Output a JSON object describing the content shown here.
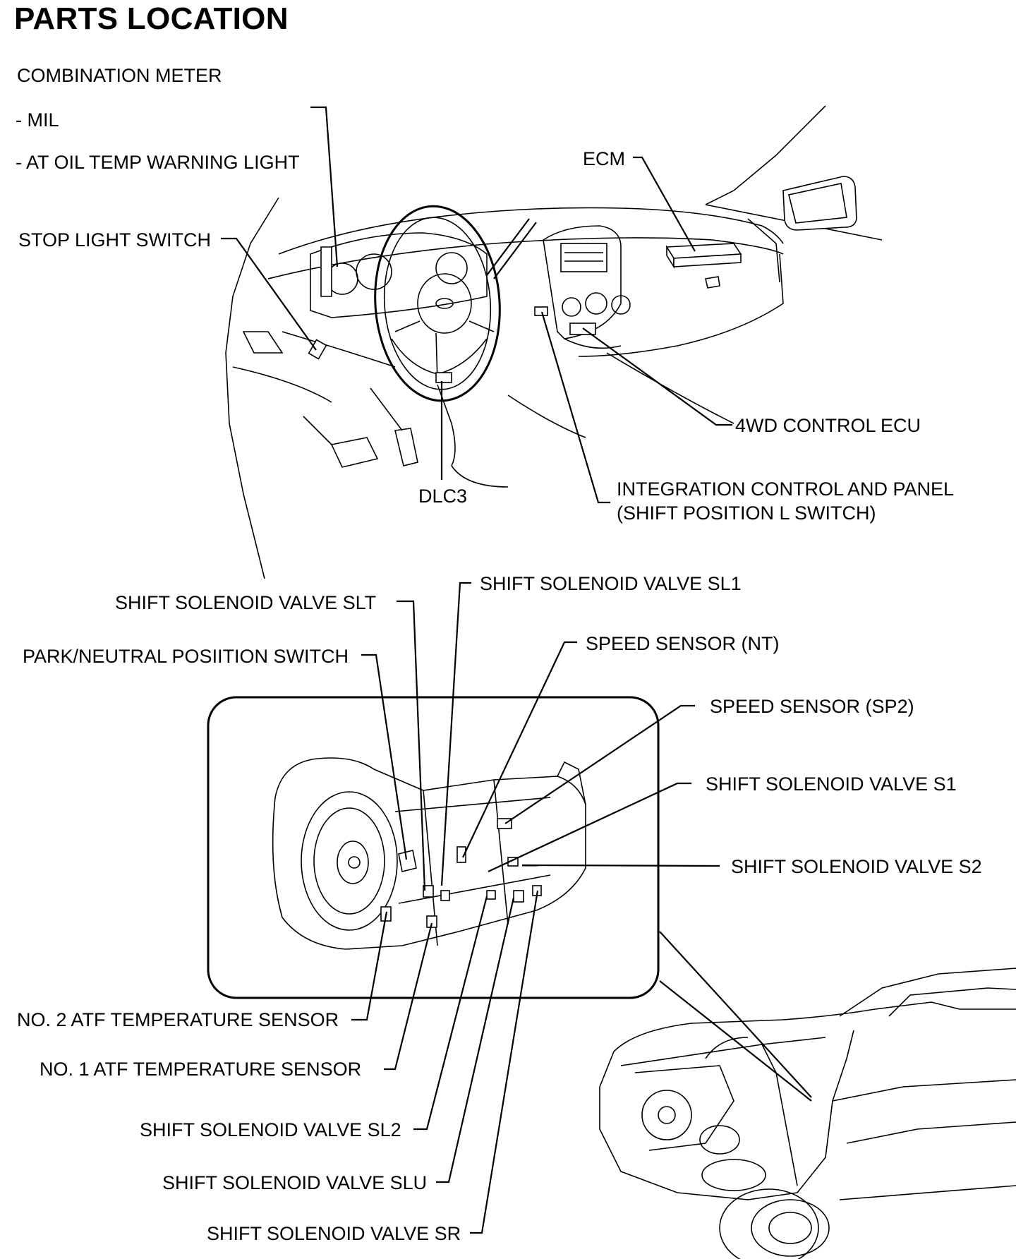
{
  "title": "PARTS LOCATION",
  "labels": {
    "combination_meter": "COMBINATION METER",
    "mil": "-  MIL",
    "at_oil_temp": "-  AT OIL TEMP WARNING LIGHT",
    "ecm": "ECM",
    "stop_light_switch": "STOP LIGHT SWITCH",
    "fourwd_control_ecu": "4WD CONTROL ECU",
    "dlc3": "DLC3",
    "integration_control_line1": "INTEGRATION CONTROL AND PANEL",
    "integration_control_line2": "(SHIFT POSITION L SWITCH)",
    "shift_solenoid_sl1": "SHIFT SOLENOID VALVE SL1",
    "shift_solenoid_slt": "SHIFT SOLENOID VALVE SLT",
    "speed_sensor_nt": "SPEED SENSOR (NT)",
    "park_neutral_switch": "PARK/NEUTRAL POSIITION SWITCH",
    "speed_sensor_sp2": "SPEED SENSOR (SP2)",
    "shift_solenoid_s1": "SHIFT SOLENOID VALVE S1",
    "shift_solenoid_s2": "SHIFT SOLENOID VALVE S2",
    "atf_temp_sensor_2": "NO. 2 ATF TEMPERATURE SENSOR",
    "atf_temp_sensor_1": "NO. 1 ATF TEMPERATURE SENSOR",
    "shift_solenoid_sl2": "SHIFT SOLENOID VALVE SL2",
    "shift_solenoid_slu": "SHIFT SOLENOID VALVE SLU",
    "shift_solenoid_sr": "SHIFT SOLENOID VALVE SR"
  }
}
